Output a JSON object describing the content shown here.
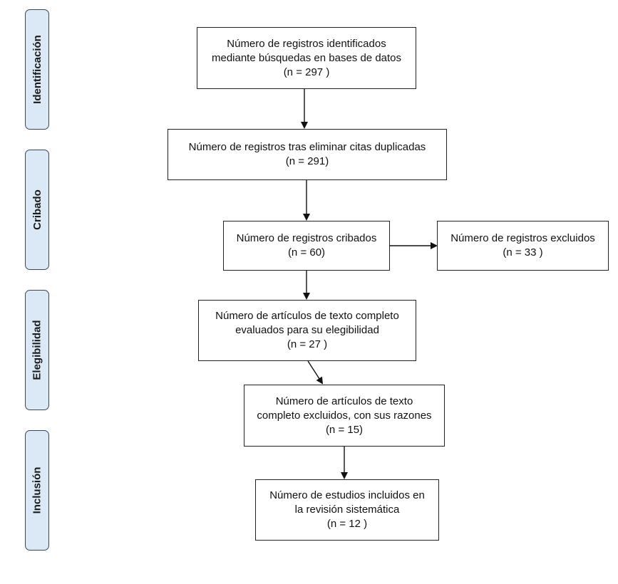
{
  "phases": [
    {
      "id": "identificacion",
      "label": "Identificación",
      "color": "#dbe9f7"
    },
    {
      "id": "cribado",
      "label": "Cribado",
      "color": "#dbe9f7"
    },
    {
      "id": "elegibilidad",
      "label": "Elegibilidad",
      "color": "#dbe9f7"
    },
    {
      "id": "inclusion",
      "label": "Inclusión",
      "color": "#dbe9f7"
    }
  ],
  "boxes": {
    "identified": {
      "line1": "Número de registros identificados",
      "line2": "mediante búsquedas en bases de datos",
      "count": "(n =  297 )"
    },
    "deduplicated": {
      "line1": "Número de registros tras eliminar citas duplicadas",
      "count": "(n =   291)"
    },
    "screened": {
      "line1": "Número de registros cribados",
      "count": "(n =   60)"
    },
    "excluded": {
      "line1": "Número de registros excluidos",
      "count": "(n =  33 )"
    },
    "fulltext": {
      "line1": "Número de artículos de texto completo",
      "line2": "evaluados para su elegibilidad",
      "count": "(n =  27 )"
    },
    "fulltext_excluded": {
      "line1": "Número de artículos de texto",
      "line2": "completo excluidos, con sus razones",
      "count": "(n =   15)"
    },
    "included": {
      "line1": "Número de estudios incluidos en",
      "line2": "la revisión sistemática",
      "count": "(n =  12 )"
    }
  }
}
